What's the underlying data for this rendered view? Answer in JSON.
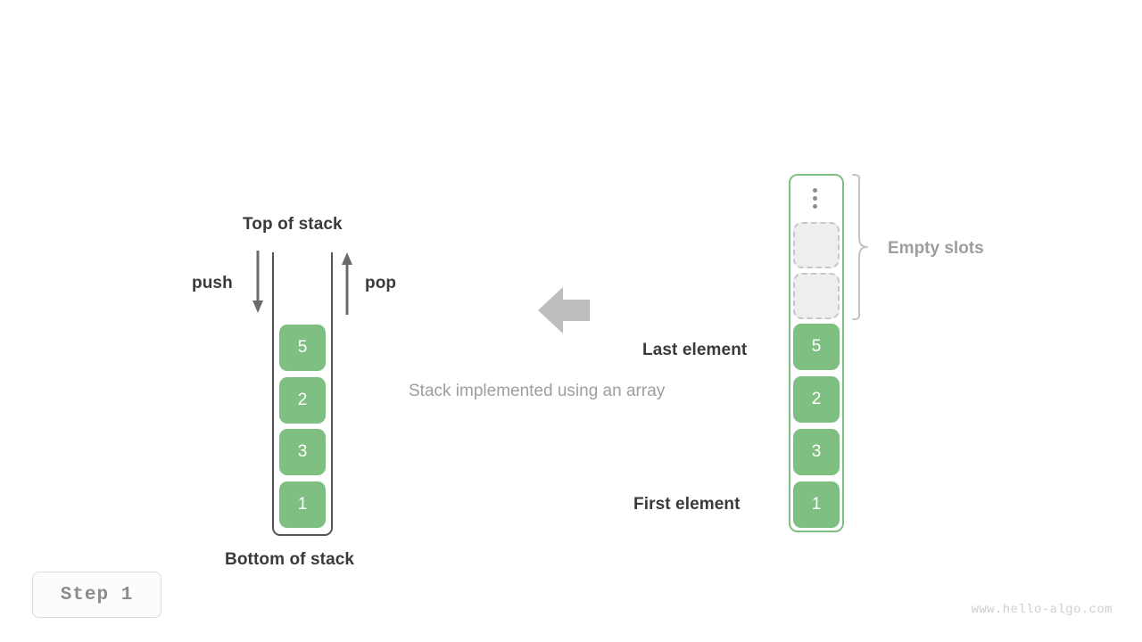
{
  "diagram": {
    "title_center": "Stack implemented using an array",
    "step_badge": "Step  1",
    "watermark": "www.hello-algo.com",
    "colors": {
      "cell_green": "#7fc082",
      "container_green": "#7fc082",
      "stack_outline": "#555555",
      "empty_slot_fill": "#eeeeee",
      "empty_slot_border": "#c6c6c6",
      "label_dark": "#3a3a3a",
      "label_gray": "#9e9e9e",
      "arrow_gray": "#bdbdbd",
      "thin_arrow_gray": "#6b6b6b"
    }
  },
  "stack_panel": {
    "top_label": "Top of stack",
    "bottom_label": "Bottom of stack",
    "push_label": "push",
    "pop_label": "pop",
    "cells": [
      {
        "value": "5"
      },
      {
        "value": "2"
      },
      {
        "value": "3"
      },
      {
        "value": "1"
      }
    ]
  },
  "array_panel": {
    "empty_slots_label": "Empty slots",
    "last_element_label": "Last element",
    "first_element_label": "First element",
    "ellipsis_icon": "vertical-ellipsis-icon",
    "empty_slot_count": 2,
    "cells": [
      {
        "value": "5"
      },
      {
        "value": "2"
      },
      {
        "value": "3"
      },
      {
        "value": "1"
      }
    ]
  }
}
